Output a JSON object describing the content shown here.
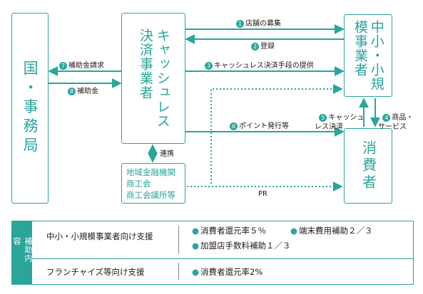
{
  "nodes": {
    "kuni": "国・事務局",
    "cashless": "キャッシュレス決済事業者",
    "chusho": "中小・小規模事業者",
    "shohisha": "消費者",
    "chiiki": "地域金融機関\n商工会\n商工会議所等"
  },
  "arrows": [
    {
      "num": "1",
      "label": "店舗の募集"
    },
    {
      "num": "2",
      "label": "登録"
    },
    {
      "num": "3",
      "label": "キャッシュレス決済手段の提供"
    },
    {
      "num": "4",
      "label": "商品・\nサービス"
    },
    {
      "num": "5",
      "label": "キャッシュ\nレス決済"
    },
    {
      "num": "6",
      "label": "ポイント発行等"
    },
    {
      "num": "7",
      "label": "補助金請求"
    },
    {
      "num": "8",
      "label": "補助金"
    }
  ],
  "renkei": "連携",
  "pr": "PR",
  "support": {
    "header": "補助内容",
    "rows": [
      {
        "title": "中小・小規模事業者向け支援",
        "items": [
          "消費者還元率５％",
          "端末費用補助２／３",
          "加盟店手数料補助１／３"
        ]
      },
      {
        "title": "フランチャイズ等向け支援",
        "items": [
          "消費者還元率2%"
        ]
      }
    ]
  },
  "colors": {
    "accent": "#2aa59a",
    "text": "#231815"
  }
}
